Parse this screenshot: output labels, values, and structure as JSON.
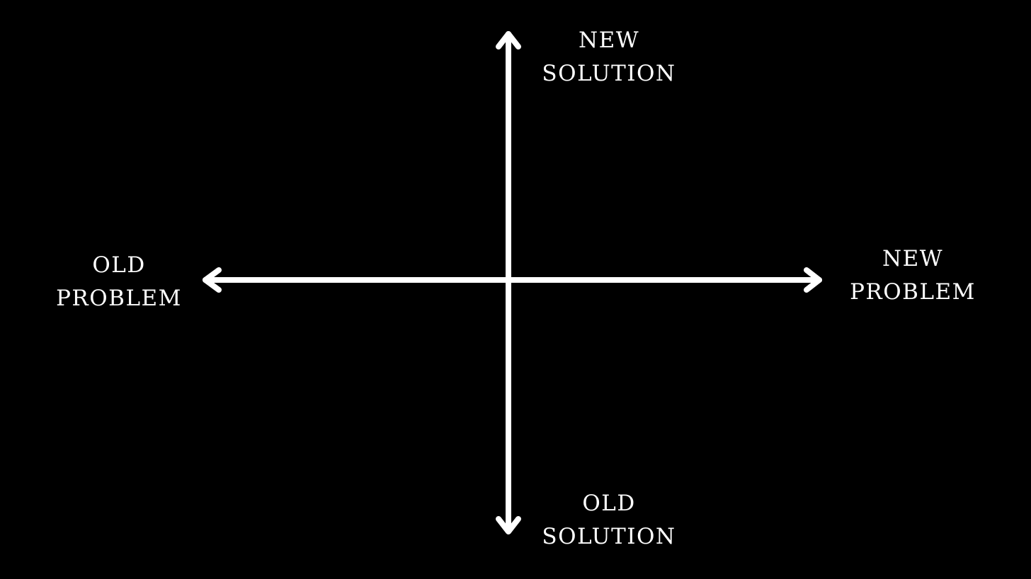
{
  "diagram": {
    "background_color": "#000000",
    "foreground_color": "#ffffff",
    "axes": {
      "vertical": {
        "top_label": [
          "NEW",
          "SOLUTION"
        ],
        "bottom_label": [
          "OLD",
          "SOLUTION"
        ]
      },
      "horizontal": {
        "left_label": [
          "OLD",
          "PROBLEM"
        ],
        "right_label": [
          "NEW",
          "PROBLEM"
        ]
      }
    }
  }
}
